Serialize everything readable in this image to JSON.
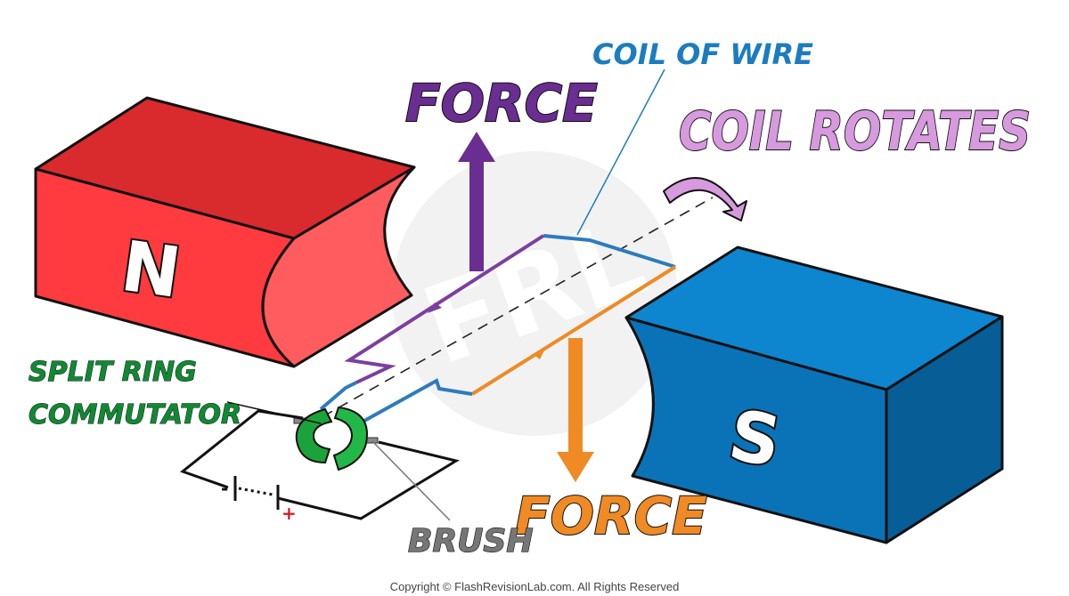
{
  "labels": {
    "force_top": "FORCE",
    "force_bottom": "FORCE",
    "coil_of_wire": "COIL OF WIRE",
    "coil_rotates": "COIL ROTATES",
    "split_ring_line1": "SPLIT RING",
    "split_ring_line2": "COMMUTATOR",
    "brush": "BRUSH",
    "north_pole": "N",
    "south_pole": "S",
    "battery_negative": "-",
    "battery_positive": "+",
    "copyright": "Copyright © FlashRevisionLab.com. All Rights Reserved"
  },
  "colors": {
    "north_magnet": "#ff3b3f",
    "north_magnet_dark": "#d92a2e",
    "south_magnet": "#0a73b7",
    "south_magnet_dark": "#075d95",
    "force_top": "#6a2d91",
    "force_bottom": "#ef8a25",
    "coil_label": "#1b7cc0",
    "coil_rotates": "#d79ade",
    "commutator": "#1aa33a",
    "commutator_label": "#0f8a33",
    "brush_label": "#777777",
    "wire_blue": "#2c7bbf",
    "wire_purple": "#7b3fa0",
    "wire_orange": "#ef8a25"
  },
  "icons": {
    "watermark": "flash-revision-lab-logo-icon",
    "battery": "battery-cell-icon",
    "rotation_arrow": "curved-arrow-icon"
  }
}
